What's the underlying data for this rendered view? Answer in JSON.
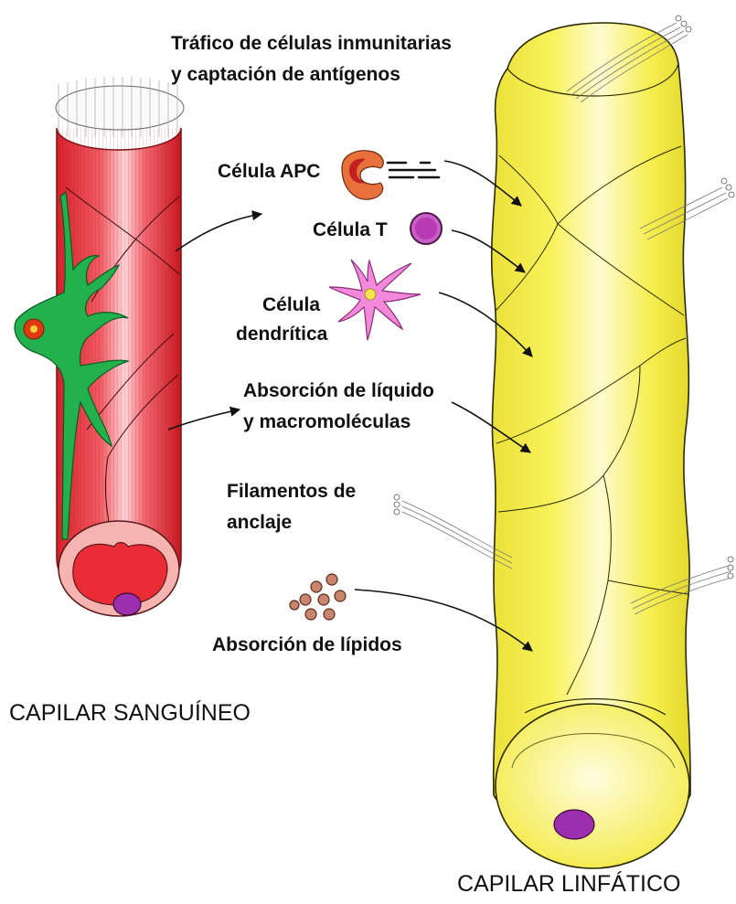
{
  "labels": {
    "trafico_line1": "Tráfico de células inmunitarias",
    "trafico_line2": "y captación de antígenos",
    "celula_apc": "Célula APC",
    "celula_t": "Célula T",
    "celula_dendritica_line1": "Célula",
    "celula_dendritica_line2": "dendrítica",
    "absorcion_liquido_line1": "Absorción de líquido",
    "absorcion_liquido_line2": "y macromoléculas",
    "filamentos_line1": "Filamentos de",
    "filamentos_line2": "anclaje",
    "absorcion_lipidos": "Absorción de lípidos",
    "capilar_sanguineo": "CAPILAR SANGUÍNEO",
    "capilar_linfatico": "CAPILAR LINFÁTICO"
  },
  "colors": {
    "blood_capillary": "#e8323c",
    "blood_highlight": "#ffd0d4",
    "pericyte": "#22b14c",
    "lymphatic": "#f5f04a",
    "lymphatic_highlight": "#fffcc8",
    "nucleus": "#9b2fae",
    "apc": "#e8703a",
    "t_cell": "#b83ab5",
    "dendritic": "#f28ad9",
    "lipid": "#c9846e"
  }
}
